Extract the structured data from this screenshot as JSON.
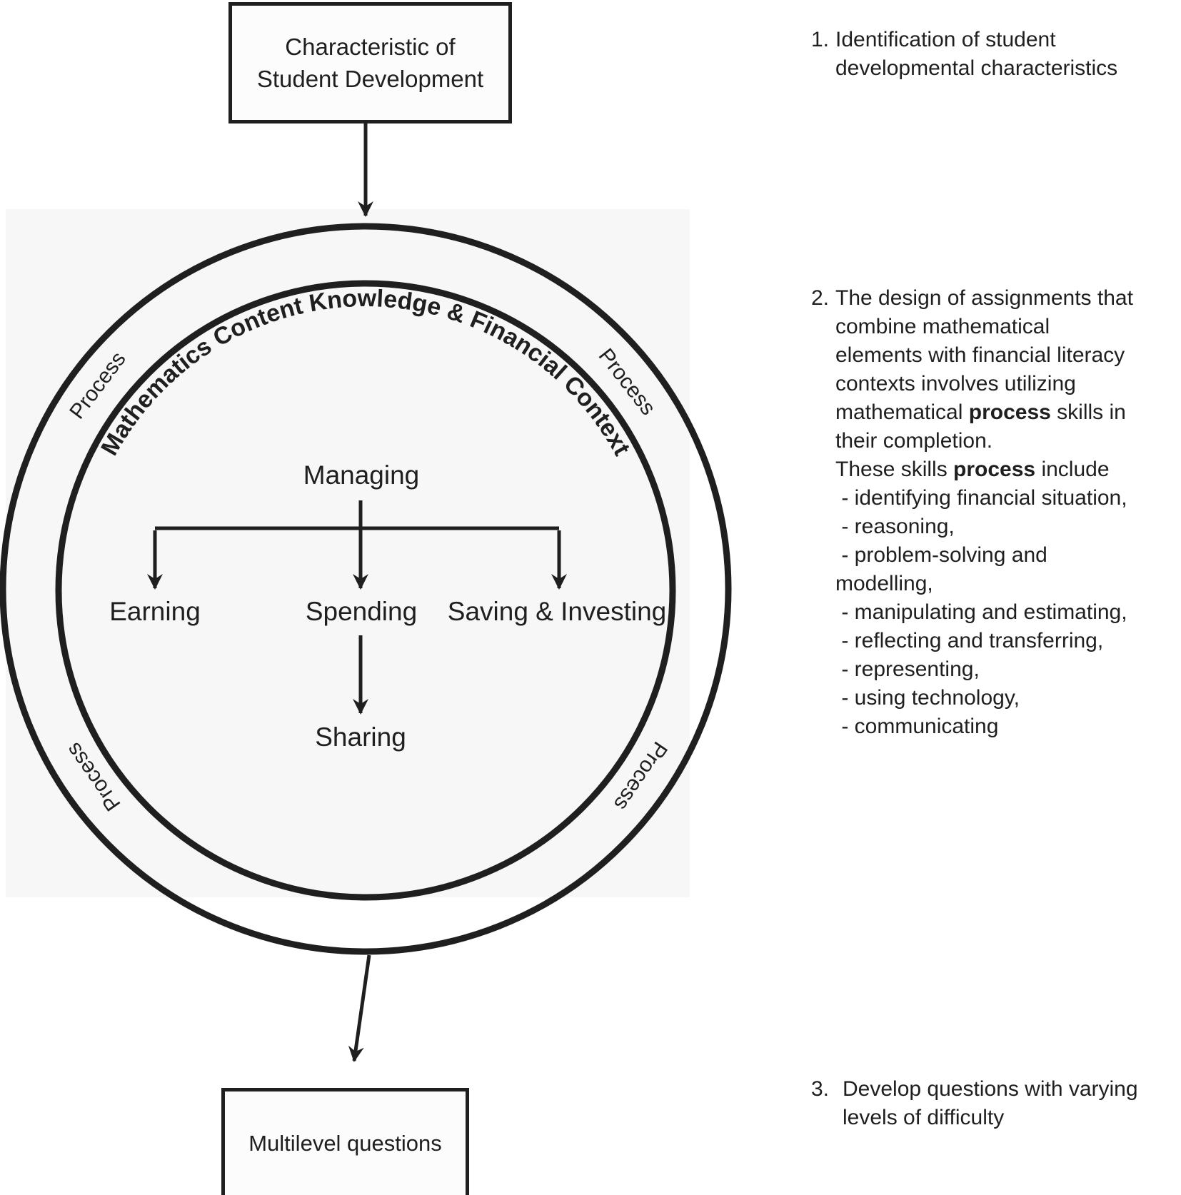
{
  "colors": {
    "ink": "#1f1f1f",
    "panel_bg": "#f7f7f7",
    "box_bg": "#fcfcfc",
    "page_bg": "#ffffff"
  },
  "flow": {
    "top_box_lines": [
      "Characteristic of",
      "Student Development"
    ],
    "bottom_box": "Multilevel questions"
  },
  "ring": {
    "curved_text": "Mathematics Content Knowledge  & Financial Context",
    "process_label": "Process"
  },
  "tree": {
    "root": "Managing",
    "children": [
      "Earning",
      "Spending",
      "Saving & Investing"
    ],
    "leaf": "Sharing"
  },
  "steps": {
    "item1": {
      "number": "1.",
      "lines": [
        "Identification of student",
        "developmental characteristics"
      ]
    },
    "item2": {
      "number": "2.",
      "lines": [
        [
          {
            "t": "The design of assignments that"
          }
        ],
        [
          {
            "t": "combine mathematical"
          }
        ],
        [
          {
            "t": "elements with financial literacy"
          }
        ],
        [
          {
            "t": "contexts involves utilizing"
          }
        ],
        [
          {
            "t": "mathematical "
          },
          {
            "t": "process",
            "b": true
          },
          {
            "t": " skills in"
          }
        ],
        [
          {
            "t": "their completion."
          }
        ],
        [
          {
            "t": "These skills "
          },
          {
            "t": "process",
            "b": true
          },
          {
            "t": " include"
          }
        ],
        [
          {
            "t": " - identifying financial situation,"
          }
        ],
        [
          {
            "t": " - reasoning,"
          }
        ],
        [
          {
            "t": " - problem-solving and"
          }
        ],
        [
          {
            "t": "modelling,"
          }
        ],
        [
          {
            "t": " - manipulating and estimating,"
          }
        ],
        [
          {
            "t": " - reflecting and transferring,"
          }
        ],
        [
          {
            "t": " - representing,"
          }
        ],
        [
          {
            "t": " - using technology,"
          }
        ],
        [
          {
            "t": " - communicating"
          }
        ]
      ]
    },
    "item3": {
      "number": "3.",
      "lines": [
        "Develop questions with varying",
        "levels of difficulty"
      ]
    }
  }
}
